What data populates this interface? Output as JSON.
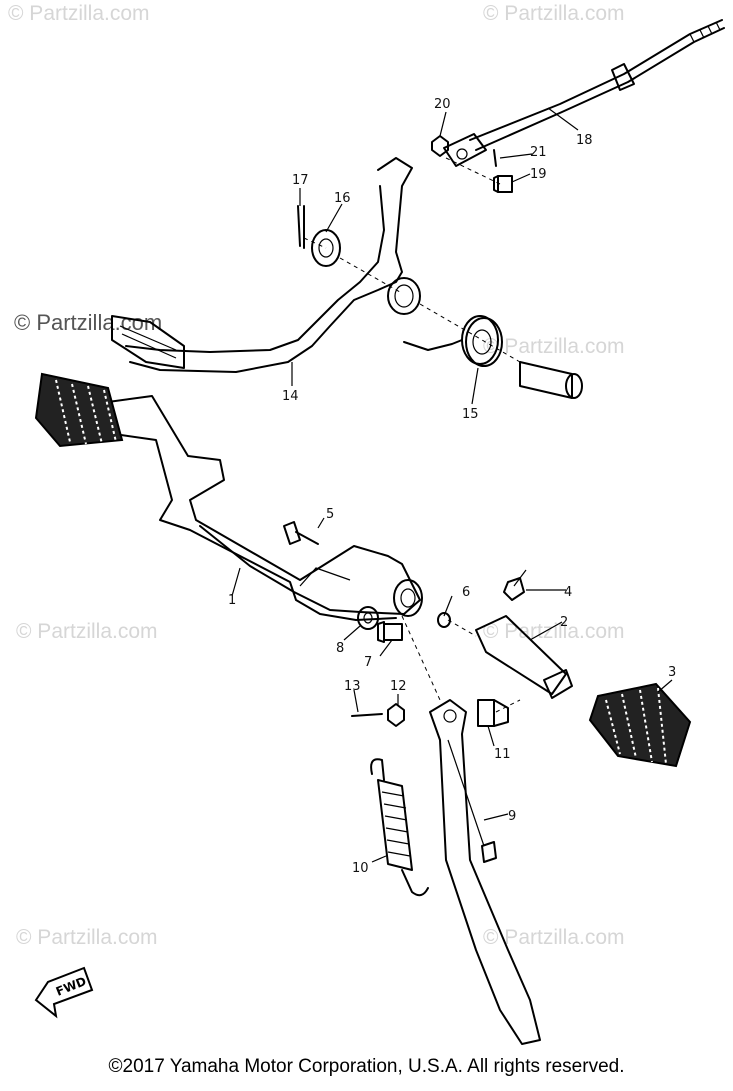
{
  "watermarks": {
    "text_plain": "© Partzilla.com",
    "text_spaced": "© Partzilla.com"
  },
  "callouts": {
    "p1": "1",
    "p2": "2",
    "p3": "3",
    "p4": "4",
    "p5": "5",
    "p6": "6",
    "p7": "7",
    "p8": "8",
    "p9": "9",
    "p10": "10",
    "p11": "11",
    "p12": "12",
    "p13": "13",
    "p14": "14",
    "p15": "15",
    "p16": "16",
    "p17": "17",
    "p18": "18",
    "p19": "19",
    "p20": "20",
    "p21": "21"
  },
  "fwd_label": "FWD",
  "copyright": "©2017 Yamaha Motor Corporation, U.S.A. All rights reserved.",
  "colors": {
    "line": "#000000",
    "watermark": "#d6d6d6",
    "background": "#ffffff"
  }
}
